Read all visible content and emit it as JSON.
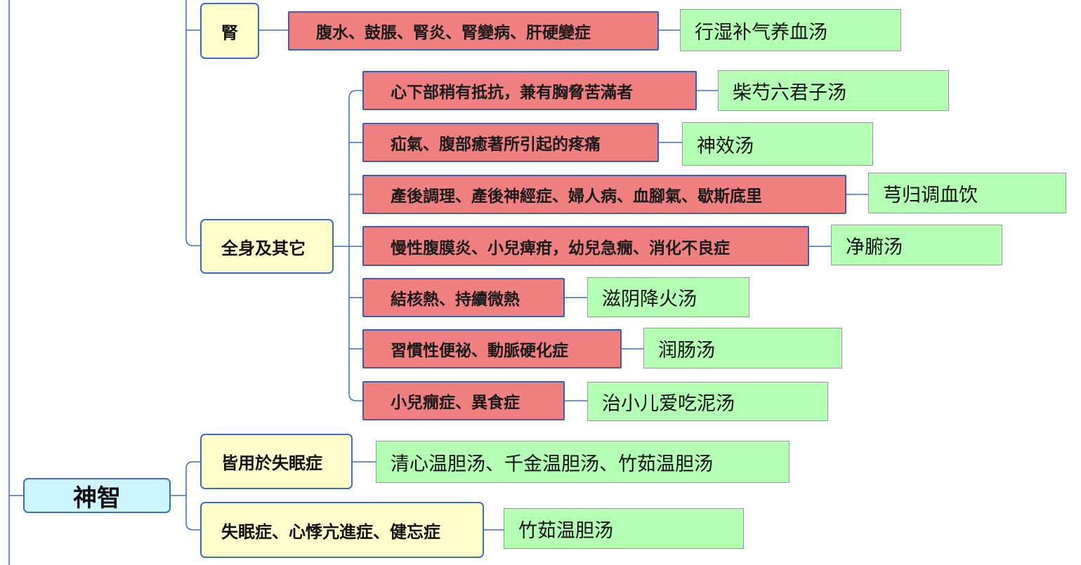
{
  "colors": {
    "category_fill": "#ffffcc",
    "symptom_fill": "#f08080",
    "formula_fill": "#b3ffb3",
    "main_fill": "#ccf5ff",
    "connector": "#3b6ec9"
  },
  "kidney": {
    "category": "腎",
    "symptom": "腹水、鼓脹、腎炎、腎變病、肝硬變症",
    "formula": "行湿补气养血汤"
  },
  "whole_body": {
    "category": "全身及其它",
    "items": [
      {
        "symptom": "心下部稍有抵抗，兼有胸脅苦滿者",
        "formula": "柴芍六君子汤"
      },
      {
        "symptom": "疝氣、腹部癒著所引起的疼痛",
        "formula": "神效汤"
      },
      {
        "symptom": "產後調理、產後神經症、婦人病、血腳氣、歇斯底里",
        "formula": "芎归调血饮"
      },
      {
        "symptom": "慢性腹膜炎、小兒痺疳，幼兒急癇、消化不良症",
        "formula": "净腑汤"
      },
      {
        "symptom": "結核熱、持續微熱",
        "formula": "滋阴降火汤"
      },
      {
        "symptom": "習慣性便祕、動脈硬化症",
        "formula": "润肠汤"
      },
      {
        "symptom": "小兒癇症、異食症",
        "formula": "治小儿爱吃泥汤"
      }
    ]
  },
  "mind": {
    "label": "神智",
    "items": [
      {
        "category": "皆用於失眠症",
        "formula": "清心温胆汤、千金温胆汤、竹茹温胆汤"
      },
      {
        "category": "失眠症、心悸亢進症、健忘症",
        "formula": "竹茹温胆汤"
      }
    ]
  }
}
